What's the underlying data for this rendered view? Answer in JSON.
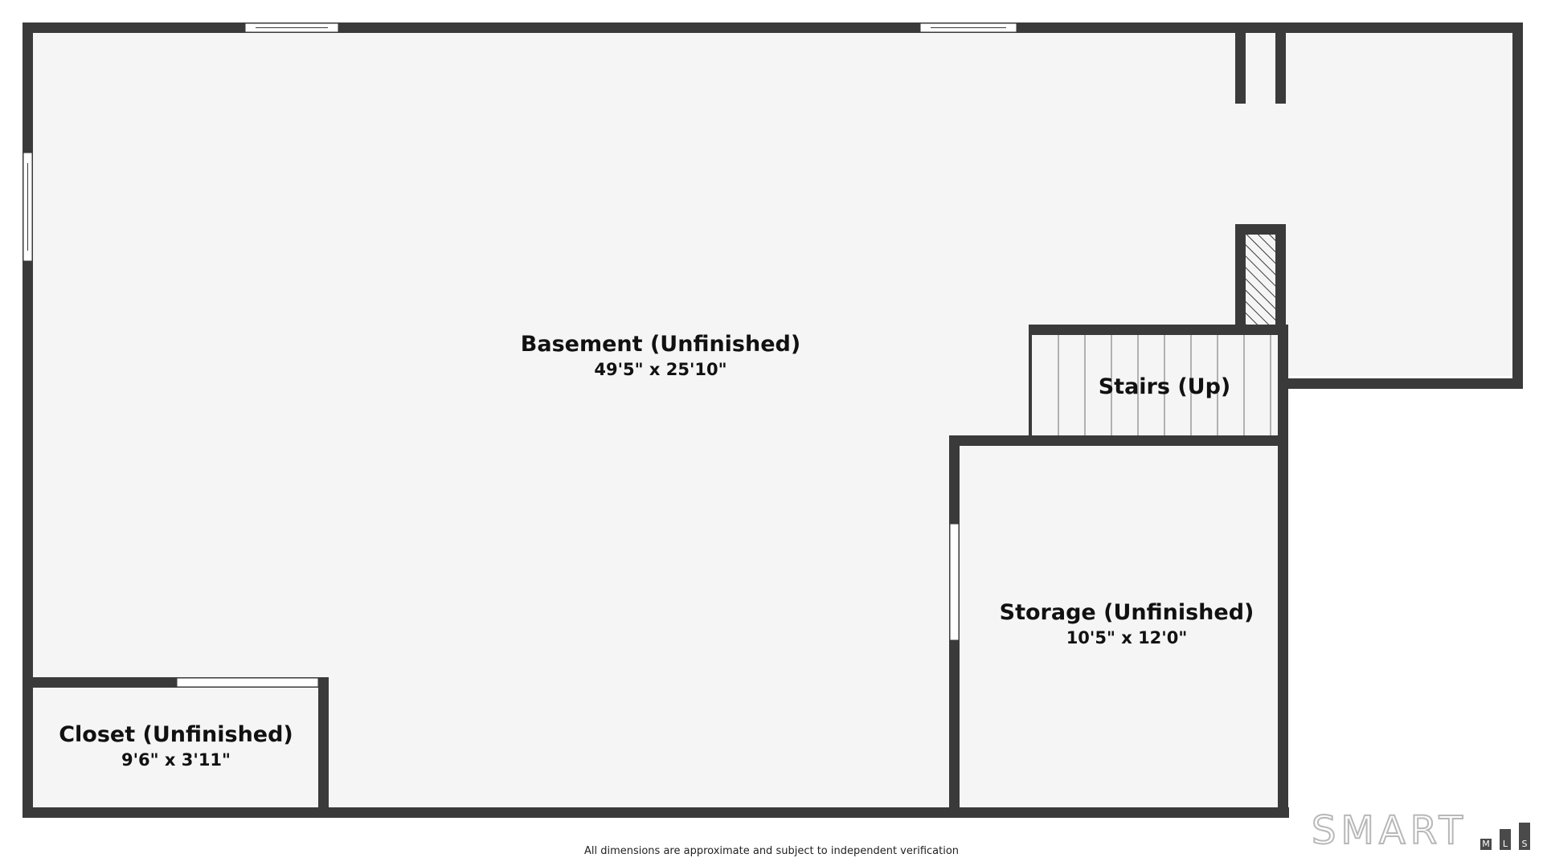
{
  "rooms": {
    "basement": {
      "name": "Basement (Unfinished)",
      "dimensions": "49'5\" x 25'10\""
    },
    "stairs": {
      "name": "Stairs (Up)"
    },
    "storage": {
      "name": "Storage (Unfinished)",
      "dimensions": "10'5\" x 12'0\""
    },
    "closet": {
      "name": "Closet (Unfinished)",
      "dimensions": "9'6\" x 3'11\""
    }
  },
  "footer": {
    "disclaimer": "All dimensions are approximate and subject to independent verification"
  },
  "logo": {
    "text": "SMART",
    "letters": [
      "M",
      "L",
      "S"
    ]
  },
  "colors": {
    "wall": "#3a3a3a",
    "floor": "#f5f5f5",
    "background": "#ffffff",
    "logo_outline": "#b8b8b8"
  }
}
